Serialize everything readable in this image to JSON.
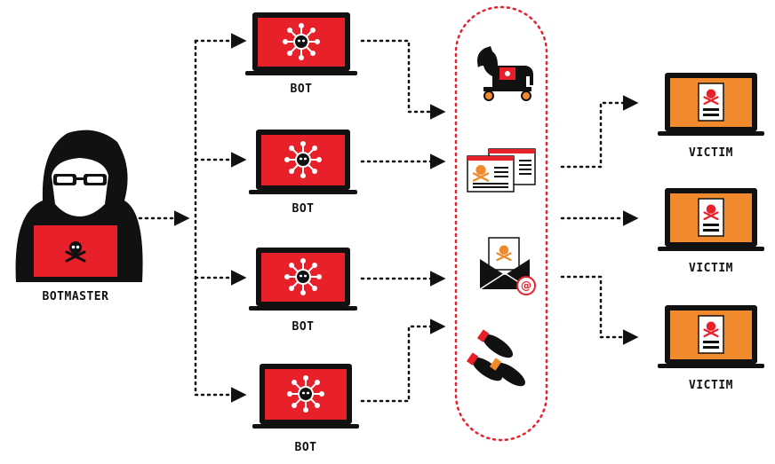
{
  "labels": {
    "botmaster": "BOTMASTER",
    "bots": [
      "BOT",
      "BOT",
      "BOT",
      "BOT"
    ],
    "victims": [
      "VICTIM",
      "VICTIM",
      "VICTIM"
    ]
  },
  "icons": {
    "botmaster": "hooded-hacker-icon",
    "bot": "laptop-virus-icon",
    "victim": "laptop-infected-document-icon",
    "attacks": [
      "trojan-horse-icon",
      "infected-web-page-icon",
      "phishing-email-icon",
      "bomb-missile-icon"
    ]
  },
  "colors": {
    "bot_screen": "#e8202a",
    "victim_screen": "#f08a2c",
    "attack_border": "#e8202a",
    "connector": "#111111"
  }
}
